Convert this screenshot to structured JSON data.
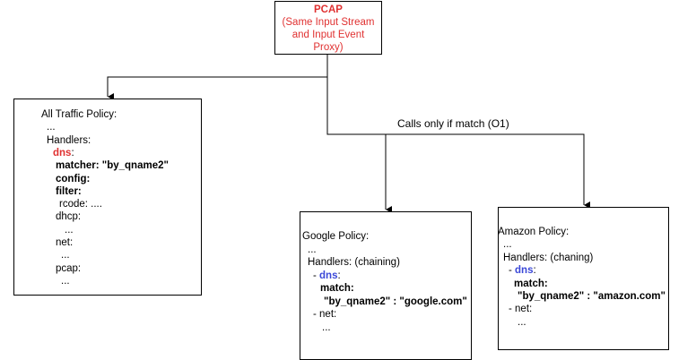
{
  "pcap": {
    "title": "PCAP",
    "subtitle_lines": [
      "(Same Input Stream",
      "and Input Event",
      "Proxy)"
    ]
  },
  "edge_label": "Calls only if match (O1)",
  "all_traffic": {
    "lines": [
      {
        "text": "All Traffic Policy:",
        "style": "plain",
        "indent": 0
      },
      {
        "text": "...",
        "style": "plain",
        "indent": 6
      },
      {
        "text": "Handlers:",
        "style": "plain",
        "indent": 6
      },
      {
        "text": "dns",
        "suffix": ":",
        "style": "red",
        "indent": 13
      },
      {
        "text": "matcher: \"by_qname2\"",
        "style": "bold",
        "indent": 16
      },
      {
        "text": "config:",
        "style": "bold",
        "indent": 16
      },
      {
        "text": "filter:",
        "style": "bold",
        "indent": 16
      },
      {
        "text": "rcode: ....",
        "style": "plain",
        "indent": 20
      },
      {
        "text": "dhcp:",
        "style": "plain",
        "indent": 16
      },
      {
        "text": "...",
        "style": "plain",
        "indent": 26
      },
      {
        "text": "net:",
        "style": "plain",
        "indent": 16
      },
      {
        "text": "...",
        "style": "plain",
        "indent": 22
      },
      {
        "text": "pcap:",
        "style": "plain",
        "indent": 16
      },
      {
        "text": "...",
        "style": "plain",
        "indent": 22
      }
    ]
  },
  "google": {
    "lines": [
      {
        "text": "Google Policy:",
        "style": "plain",
        "indent": 0
      },
      {
        "text": "...",
        "style": "plain",
        "indent": 6
      },
      {
        "text": "Handlers: (chaining)",
        "style": "plain",
        "indent": 6
      },
      {
        "prefix": "- ",
        "text": "dns",
        "suffix": ":",
        "style": "blue",
        "indent": 12
      },
      {
        "text": "match:",
        "style": "bold",
        "indent": 20
      },
      {
        "text": "\"by_qname2\" : \"google.com\"",
        "style": "bold",
        "indent": 24
      },
      {
        "text": "- net:",
        "style": "plain",
        "indent": 12
      },
      {
        "text": "...",
        "style": "plain",
        "indent": 22
      }
    ]
  },
  "amazon": {
    "lines": [
      {
        "text": "Amazon Policy:",
        "style": "plain",
        "indent": 0
      },
      {
        "text": "...",
        "style": "plain",
        "indent": 6
      },
      {
        "text": "Handlers: (chaning)",
        "style": "plain",
        "indent": 6
      },
      {
        "prefix": "- ",
        "text": "dns",
        "suffix": ":",
        "style": "blue",
        "indent": 12
      },
      {
        "text": "match:",
        "style": "bold",
        "indent": 18
      },
      {
        "text": "\"by_qname2\" : \"amazon.com\"",
        "style": "bold",
        "indent": 22
      },
      {
        "text": "- net:",
        "style": "plain",
        "indent": 12
      },
      {
        "text": "...",
        "style": "plain",
        "indent": 22
      }
    ]
  }
}
